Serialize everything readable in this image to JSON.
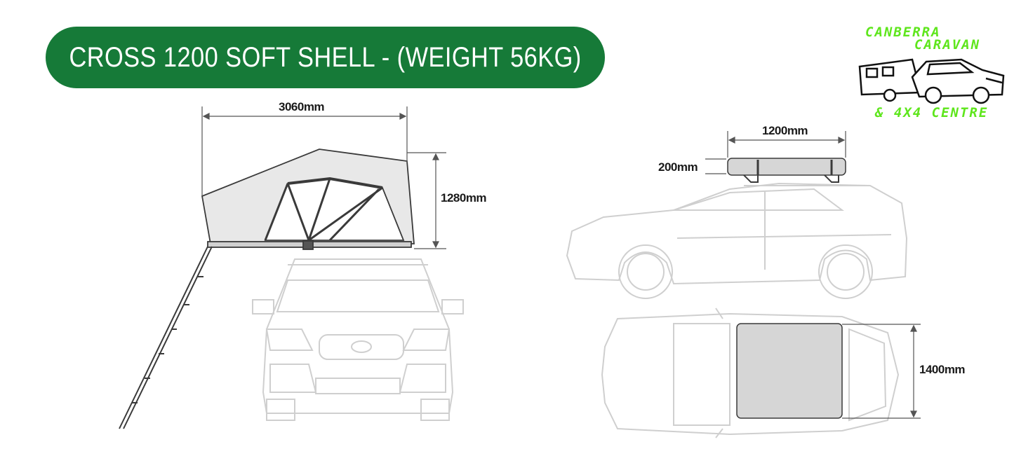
{
  "title": "CROSS 1200 SOFT SHELL - (WEIGHT 56KG)",
  "dimensions": {
    "width_open": "3060mm",
    "height_open": "1280mm",
    "length_closed": "1200mm",
    "height_closed": "200mm",
    "width_closed": "1400mm"
  },
  "logo": {
    "line1": "CANBERRA",
    "line2": "CARAVAN",
    "line3": "& 4X4 CENTRE"
  },
  "colors": {
    "title_bg": "#167a38",
    "logo_green": "#5ee61c",
    "car_outline": "#c8c8c8",
    "tent_fill": "#e6e6e6"
  }
}
